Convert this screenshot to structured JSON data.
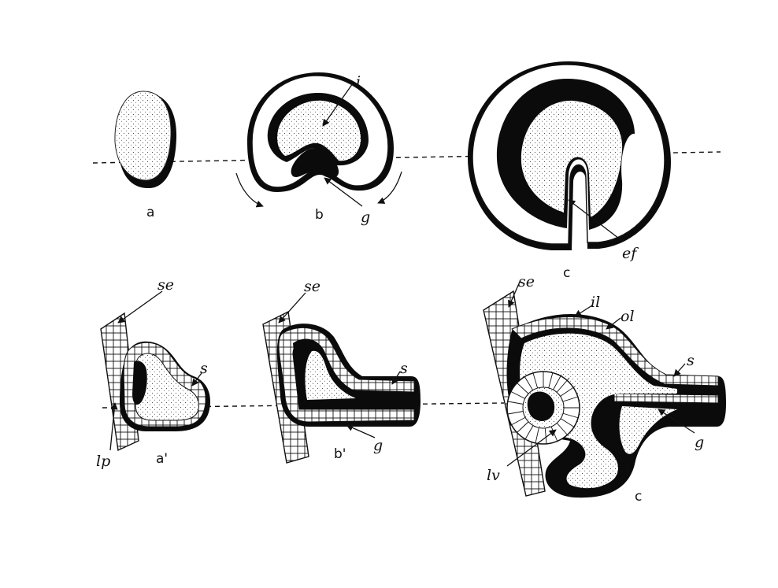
{
  "figure": {
    "top_row": {
      "stage_labels": [
        "a",
        "b",
        "c"
      ],
      "part_labels": {
        "b_top": "i",
        "b_bottom": "g",
        "c": "ef"
      }
    },
    "bottom_row": {
      "stage_labels": [
        "a'",
        "b'",
        "c"
      ],
      "part_labels": {
        "a_se": "se",
        "a_s": "s",
        "a_lp": "lp",
        "b_se": "se",
        "b_s": "s",
        "b_g": "g",
        "c_se": "se",
        "c_il": "il",
        "c_ol": "ol",
        "c_s": "s",
        "c_g": "g",
        "c_lv": "lv"
      }
    }
  }
}
